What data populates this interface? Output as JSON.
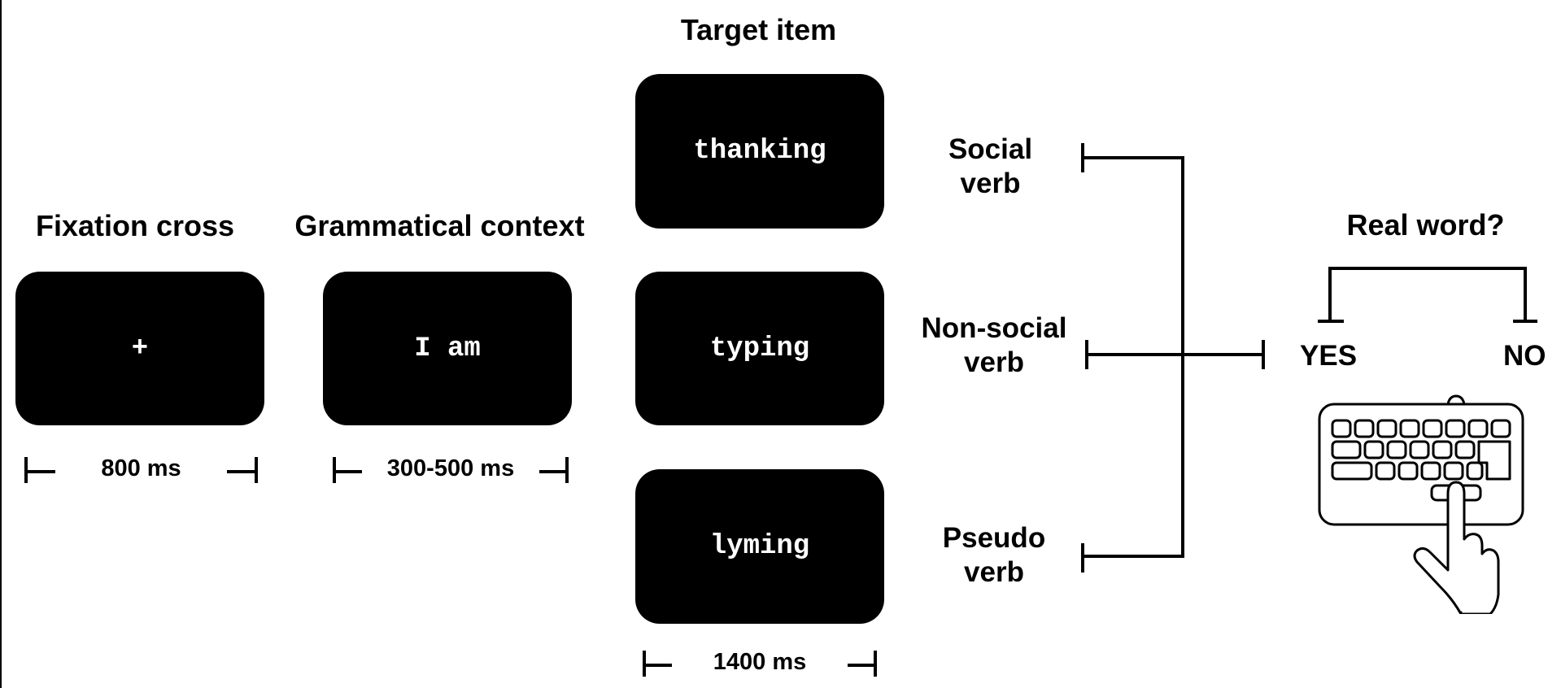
{
  "fixation": {
    "heading": "Fixation cross",
    "stimulus": "+",
    "duration": "800 ms"
  },
  "context": {
    "heading": "Grammatical context",
    "stimulus": "I am",
    "duration": "300-500 ms"
  },
  "target": {
    "heading": "Target item",
    "duration": "1400 ms",
    "items": [
      {
        "stimulus": "thanking",
        "label_line1": "Social",
        "label_line2": "verb"
      },
      {
        "stimulus": "typing",
        "label_line1": "Non-social",
        "label_line2": "verb"
      },
      {
        "stimulus": "lyming",
        "label_line1": "Pseudo",
        "label_line2": "verb"
      }
    ]
  },
  "response": {
    "question": "Real word?",
    "yes": "YES",
    "no": "NO",
    "device_icon": "keyboard-press-icon"
  },
  "colors": {
    "screen_bg": "#000000",
    "screen_text": "#ffffff",
    "line": "#000000"
  }
}
